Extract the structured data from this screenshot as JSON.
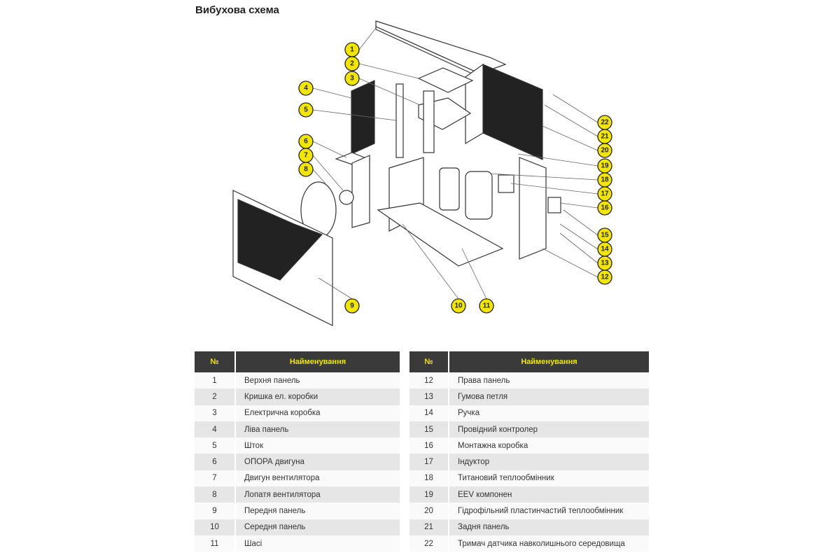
{
  "title": "Вибухова схема",
  "callouts": [
    "1",
    "2",
    "3",
    "4",
    "5",
    "6",
    "7",
    "8",
    "9",
    "10",
    "11",
    "12",
    "13",
    "14",
    "15",
    "16",
    "17",
    "18",
    "19",
    "20",
    "21",
    "22"
  ],
  "table_header": {
    "num": "№",
    "name": "Найменування"
  },
  "parts_left": [
    {
      "num": "1",
      "name": "Верхня панель"
    },
    {
      "num": "2",
      "name": "Кришка ел. коробки"
    },
    {
      "num": "3",
      "name": "Електрична коробка"
    },
    {
      "num": "4",
      "name": "Ліва панель"
    },
    {
      "num": "5",
      "name": "Шток"
    },
    {
      "num": "6",
      "name": "ОПОРА двигуна"
    },
    {
      "num": "7",
      "name": "Двигун вентилятора"
    },
    {
      "num": "8",
      "name": "Лопатя вентилятора"
    },
    {
      "num": "9",
      "name": "Передня панель"
    },
    {
      "num": "10",
      "name": "Середня панель"
    },
    {
      "num": "11",
      "name": "Шасі"
    }
  ],
  "parts_right": [
    {
      "num": "12",
      "name": "Права панель"
    },
    {
      "num": "13",
      "name": "Гумова петля"
    },
    {
      "num": "14",
      "name": "Ручка"
    },
    {
      "num": "15",
      "name": "Провідний контролер"
    },
    {
      "num": "16",
      "name": "Монтажна коробка"
    },
    {
      "num": "17",
      "name": "Індуктор"
    },
    {
      "num": "18",
      "name": "Титановий теплообмінник"
    },
    {
      "num": "19",
      "name": "EEV компонен"
    },
    {
      "num": "20",
      "name": "Гідрофільний пластинчастий теплообмінник"
    },
    {
      "num": "21",
      "name": "Задня панель"
    },
    {
      "num": "22",
      "name": "Тримач датчика навколишнього середовища"
    }
  ],
  "colors": {
    "callout": "#f2e600",
    "header_bg": "#3a3a3a",
    "header_text": "#f2e600"
  }
}
